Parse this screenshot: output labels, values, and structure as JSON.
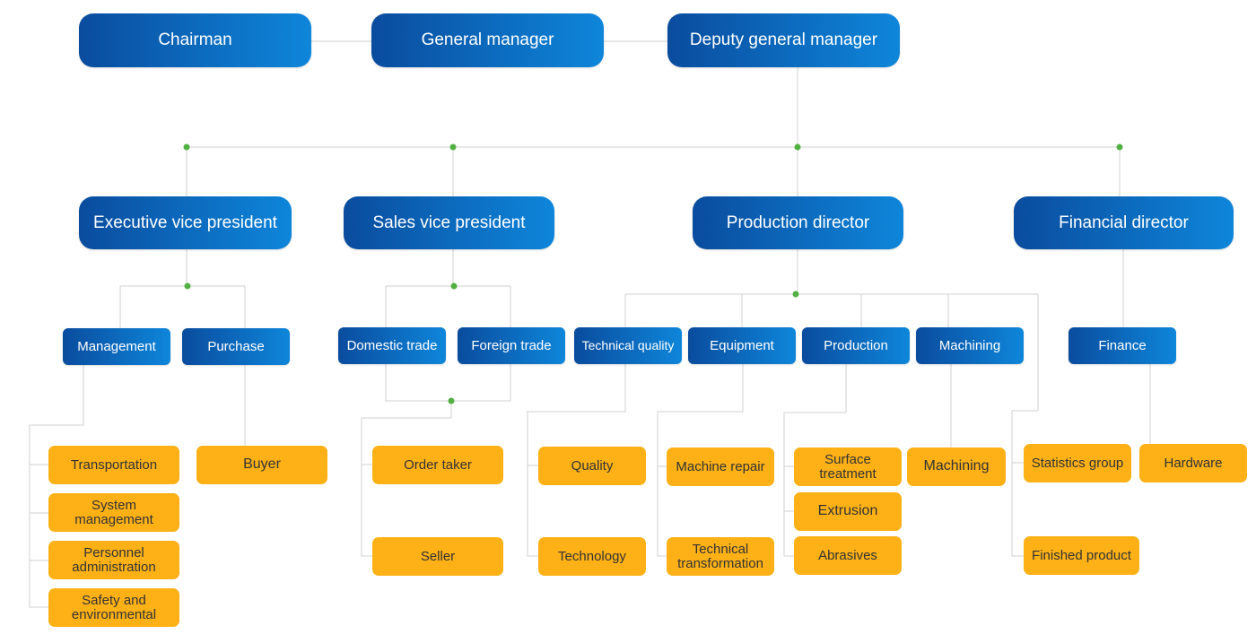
{
  "top": {
    "chairman": "Chairman",
    "general_manager": "General manager",
    "deputy_general_manager": "Deputy general manager"
  },
  "directors": {
    "executive_vp": "Executive vice president",
    "sales_vp": "Sales vice president",
    "production_director": "Production director",
    "financial_director": "Financial director"
  },
  "departments": {
    "management": "Management",
    "purchase": "Purchase",
    "domestic_trade": "Domestic trade",
    "foreign_trade": "Foreign trade",
    "technical_quality": "Technical quality",
    "equipment": "Equipment",
    "production": "Production",
    "machining": "Machining",
    "finance": "Finance"
  },
  "units": {
    "transportation": "Transportation",
    "system_management": "System management",
    "personnel_administration": "Personnel administration",
    "safety_environmental": "Safety and environmental",
    "buyer": "Buyer",
    "order_taker": "Order taker",
    "seller": "Seller",
    "quality": "Quality",
    "technology": "Technology",
    "machine_repair": "Machine repair",
    "technical_transformation": "Technical transformation",
    "surface_treatment": "Surface treatment",
    "extrusion": "Extrusion",
    "abrasives": "Abrasives",
    "machining_unit": "Machining",
    "statistics_group": "Statistics group",
    "finished_product": "Finished product",
    "hardware": "Hardware"
  },
  "colors": {
    "blue_start": "#0a4c9e",
    "blue_end": "#0e86da",
    "orange": "#fdb117",
    "connector": "#d0d0d0",
    "junction": "#52b043"
  }
}
